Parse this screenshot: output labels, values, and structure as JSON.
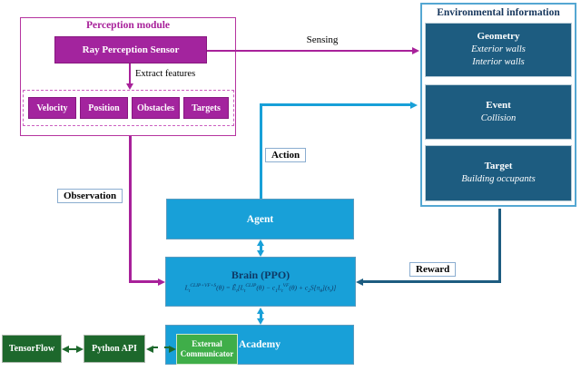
{
  "perception_module": {
    "title": "Perception module",
    "sensor": "Ray Perception Sensor",
    "extract_label": "Extract features",
    "features": [
      "Velocity",
      "Position",
      "Obstacles",
      "Targets"
    ]
  },
  "environment": {
    "title": "Environmental information",
    "items": [
      {
        "title": "Geometry",
        "lines": [
          "Exterior walls",
          "Interior walls"
        ]
      },
      {
        "title": "Event",
        "lines": [
          "Collision"
        ]
      },
      {
        "title": "Target",
        "lines": [
          "Building occupants"
        ]
      }
    ]
  },
  "core": {
    "agent": "Agent",
    "brain_title": "Brain (PPO)",
    "brain_formula_html": "L<sub>t</sub><sup>CLIP+VF+S</sup>(θ) = Ê<sub>t</sub>[L<sub>t</sub><sup>CLIP</sup>(θ) − c<sub>1</sub>L<sub>t</sub><sup>VF</sup>(θ) + c<sub>2</sub>S[π<sub>θ</sub>](s<sub>t</sub>)]",
    "academy": "Academy"
  },
  "external_tools": {
    "tensorflow": "TensorFlow",
    "python_api": "Python API",
    "communicator_line1": "External",
    "communicator_line2": "Communicator"
  },
  "edge_labels": {
    "sensing": "Sensing",
    "action": "Action",
    "observation": "Observation",
    "reward": "Reward"
  },
  "colors": {
    "magenta": "#a8219a",
    "light_blue": "#18a0d8",
    "dark_teal": "#1d5c80",
    "navy_text": "#0e3a66",
    "dark_green": "#1d682c",
    "bright_green": "#3fae49",
    "label_box_border": "#8badd0"
  }
}
